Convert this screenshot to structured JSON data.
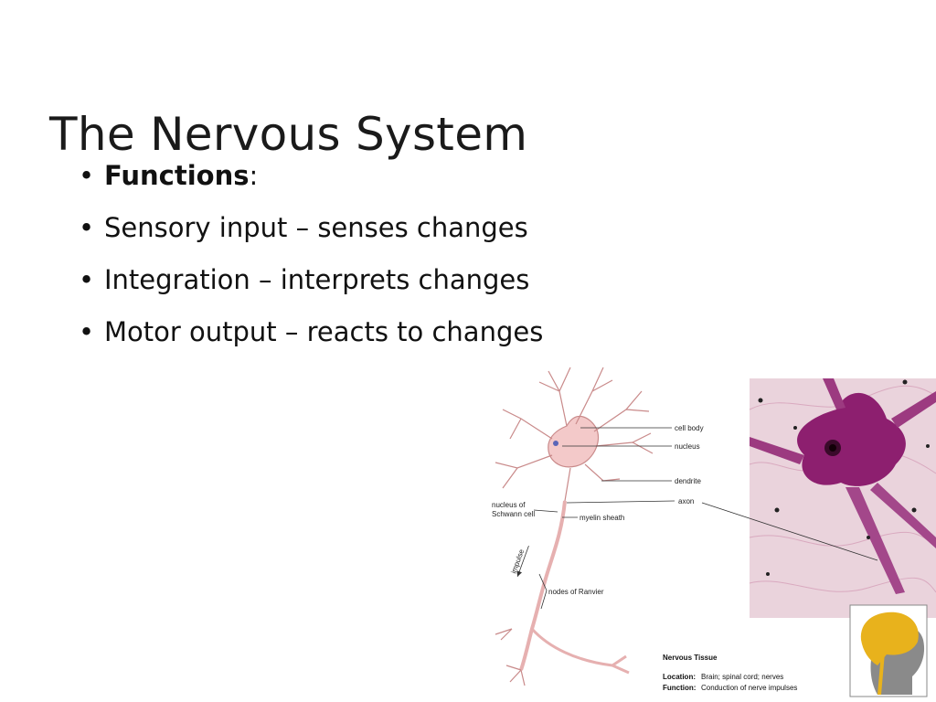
{
  "slide": {
    "title": "The Nervous System",
    "bullets": [
      {
        "bold": "Functions",
        "rest": ":"
      },
      {
        "bold": "",
        "rest": "Sensory input – senses changes"
      },
      {
        "bold": "",
        "rest": "Integration – interprets changes"
      },
      {
        "bold": "",
        "rest": "Motor output – reacts to changes"
      }
    ]
  },
  "figure": {
    "labels": {
      "cell_body": "cell body",
      "nucleus": "nucleus",
      "dendrite": "dendrite",
      "axon": "axon",
      "nucleus_of": "nucleus of",
      "schwann_cell": "Schwann cell",
      "myelin_sheath": "myelin sheath",
      "impulse": "impulse",
      "nodes_of_ranvier": "nodes of Ranvier"
    },
    "caption": {
      "heading": "Nervous Tissue",
      "location_key": "Location:",
      "location_value": "Brain; spinal cord; nerves",
      "function_key": "Function:",
      "function_value": "Conduction of nerve impulses"
    },
    "colors": {
      "neuron_fill": "#f3c9c9",
      "neuron_stroke": "#c98a8a",
      "micrograph_bg": "#ead3dc",
      "stain": "#8d1f6f",
      "brain_yellow": "#e8b21c"
    }
  }
}
